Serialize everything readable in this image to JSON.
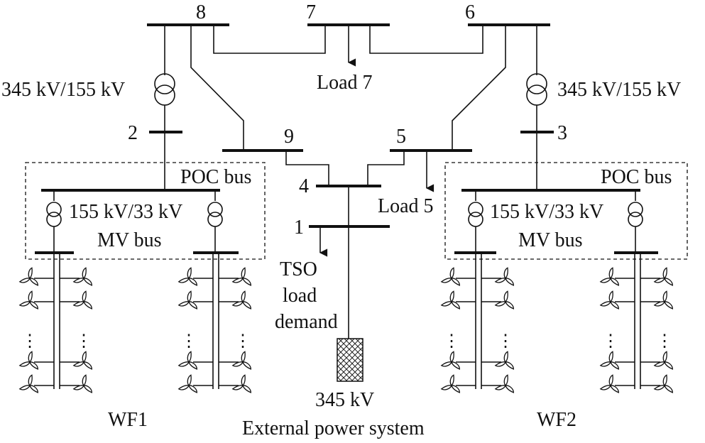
{
  "buses": {
    "b1": "1",
    "b2": "2",
    "b3": "3",
    "b4": "4",
    "b5": "5",
    "b6": "6",
    "b7": "7",
    "b8": "8",
    "b9": "9"
  },
  "loads": {
    "load7": "Load 7",
    "load5": "Load 5"
  },
  "transformers": {
    "left_hv": "345 kV/155 kV",
    "right_hv": "345 kV/155 kV",
    "wf1_mv": "155 kV/33 kV",
    "wf2_mv": "155 kV/33 kV"
  },
  "wf1": {
    "poc": "POC bus",
    "mv": "MV bus",
    "label": "WF1"
  },
  "wf2": {
    "poc": "POC bus",
    "mv": "MV bus",
    "label": "WF2"
  },
  "tso": {
    "line1": "TSO",
    "line2": "load",
    "line3": "demand"
  },
  "external": {
    "voltage": "345 kV",
    "label": "External power system"
  },
  "ellipsis": "⋮"
}
